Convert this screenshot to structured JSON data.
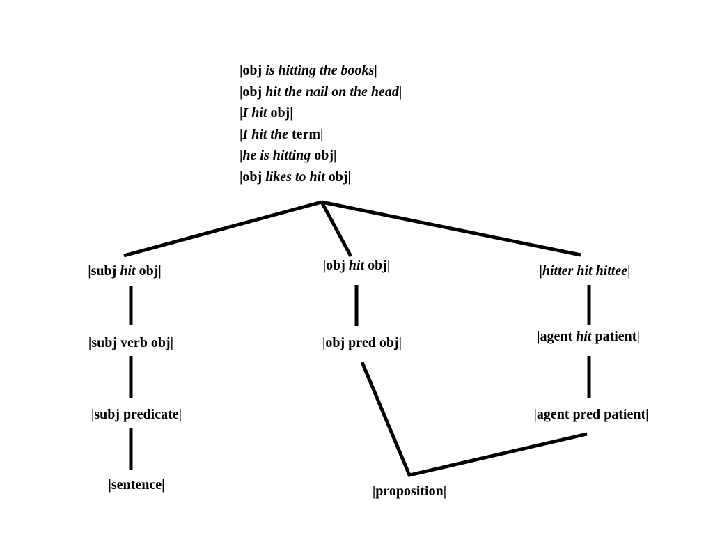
{
  "nodes": {
    "root": [
      [
        {
          "t": "|obj ",
          "i": false
        },
        {
          "t": "is hitting the books",
          "i": true
        },
        {
          "t": "|",
          "i": false
        }
      ],
      [
        {
          "t": "|obj ",
          "i": false
        },
        {
          "t": "hit the nail on the head",
          "i": true
        },
        {
          "t": "|",
          "i": false
        }
      ],
      [
        {
          "t": "|",
          "i": false
        },
        {
          "t": "I hit",
          "i": true
        },
        {
          "t": " obj|",
          "i": false
        }
      ],
      [
        {
          "t": "|",
          "i": false
        },
        {
          "t": "I hit the",
          "i": true
        },
        {
          "t": " term|",
          "i": false
        }
      ],
      [
        {
          "t": "|",
          "i": false
        },
        {
          "t": "he is hitting",
          "i": true
        },
        {
          "t": " obj|",
          "i": false
        }
      ],
      [
        {
          "t": "|obj ",
          "i": false
        },
        {
          "t": "likes to hit",
          "i": true
        },
        {
          "t": " obj|",
          "i": false
        }
      ]
    ],
    "subj_hit_obj": [
      {
        "t": "|subj ",
        "i": false
      },
      {
        "t": "hit",
        "i": true
      },
      {
        "t": " obj|",
        "i": false
      }
    ],
    "subj_verb_obj": [
      {
        "t": "|subj verb obj|",
        "i": false
      }
    ],
    "subj_predicate": [
      {
        "t": "|subj predicate|",
        "i": false
      }
    ],
    "sentence": [
      {
        "t": "|sentence|",
        "i": false
      }
    ],
    "obj_hit_obj": [
      {
        "t": "|obj ",
        "i": false
      },
      {
        "t": "hit",
        "i": true
      },
      {
        "t": " obj|",
        "i": false
      }
    ],
    "obj_pred_obj": [
      {
        "t": "|obj pred obj|",
        "i": false
      }
    ],
    "proposition": [
      {
        "t": "|proposition|",
        "i": false
      }
    ],
    "hitter_hit_hittee": [
      {
        "t": "|",
        "i": false
      },
      {
        "t": "hitter hit hittee",
        "i": true
      },
      {
        "t": "|",
        "i": false
      }
    ],
    "agent_hit_patient": [
      {
        "t": "|agent ",
        "i": false
      },
      {
        "t": "hit",
        "i": true
      },
      {
        "t": " patient|",
        "i": false
      }
    ],
    "agent_pred_patient": [
      {
        "t": "|agent pred patient|",
        "i": false
      }
    ]
  }
}
